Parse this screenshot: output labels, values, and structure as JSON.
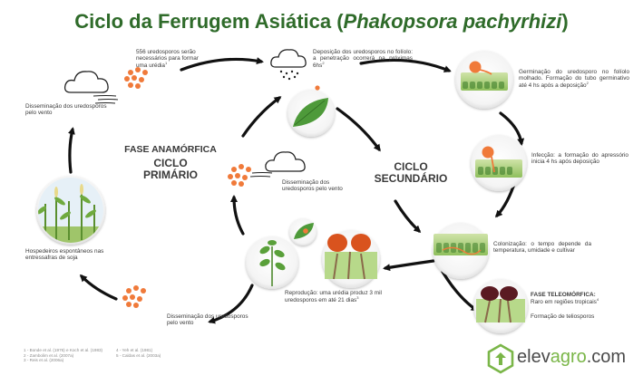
{
  "title": {
    "main": "Ciclo da Ferrugem Asiática (",
    "italic": "Phakopsora pachyrhizi",
    "end": ")"
  },
  "labels": {
    "top_left_spores": "556 uredosporos serão necessários para formar uma urédia",
    "top_left_spores_sup": "1",
    "dissemination_top": "Disseminação dos uredosporos pelo vento",
    "deposition": "Deposição dos uredosporos no folíolo: a penetração ocorrerá na próximas 6hs",
    "deposition_sup": "2",
    "germination": "Germinação do uredosporo no folíolo molhado. Formação do tubo germinativo até 4 hs após a deposição",
    "germination_sup": "2",
    "infection": "Infecção: a formação do apressório inicia 4 hs após deposição",
    "colonization": "Colonização: o tempo depende da temperatura, umidade e cultivar",
    "teleomorphic_title": "FASE TELEOMÓRFICA:",
    "teleomorphic_text": "Raro em regiões tropicais",
    "teleomorphic_sup": "4",
    "teliospores": "Formação de teliosporos",
    "reproduction": "Reprodução: uma urédia produz 3 mil uredosporos em até 21 dias",
    "reproduction_sup": "3",
    "dissemination_bottom": "Disseminação dos uredosporos pelo vento",
    "dissemination_center": "Disseminação dos uredosporos pelo vento",
    "hosts": "Hospedeiros espontâneos nas entressafras de soja",
    "phase_anamorphic": "FASE ANAMÓRFICA",
    "cycle_primary_1": "CICLO",
    "cycle_primary_2": "PRIMÁRIO",
    "cycle_secondary_1": "CICLO",
    "cycle_secondary_2": "SECUNDÁRIO"
  },
  "references": {
    "r1": "1 - Bonde et al. (1976) e Koch et al. (1983)",
    "r2": "2 - Zambolim et al. (2007a)",
    "r3": "3 - Reis et al. (2006a)",
    "r4": "4 - Yeh et al. (1981)",
    "r5": "5 - Caldas et al. (2003a)"
  },
  "logo": {
    "part1": "elev",
    "part2": "agro",
    "part3": ".com"
  },
  "colors": {
    "title": "#2f6b2a",
    "spore": "#f07a3a",
    "leaf": "#4e9a3a",
    "arrow": "#111111",
    "logo_green": "#7ab648",
    "uredia": "#d9531e",
    "telia": "#5a1a22"
  }
}
